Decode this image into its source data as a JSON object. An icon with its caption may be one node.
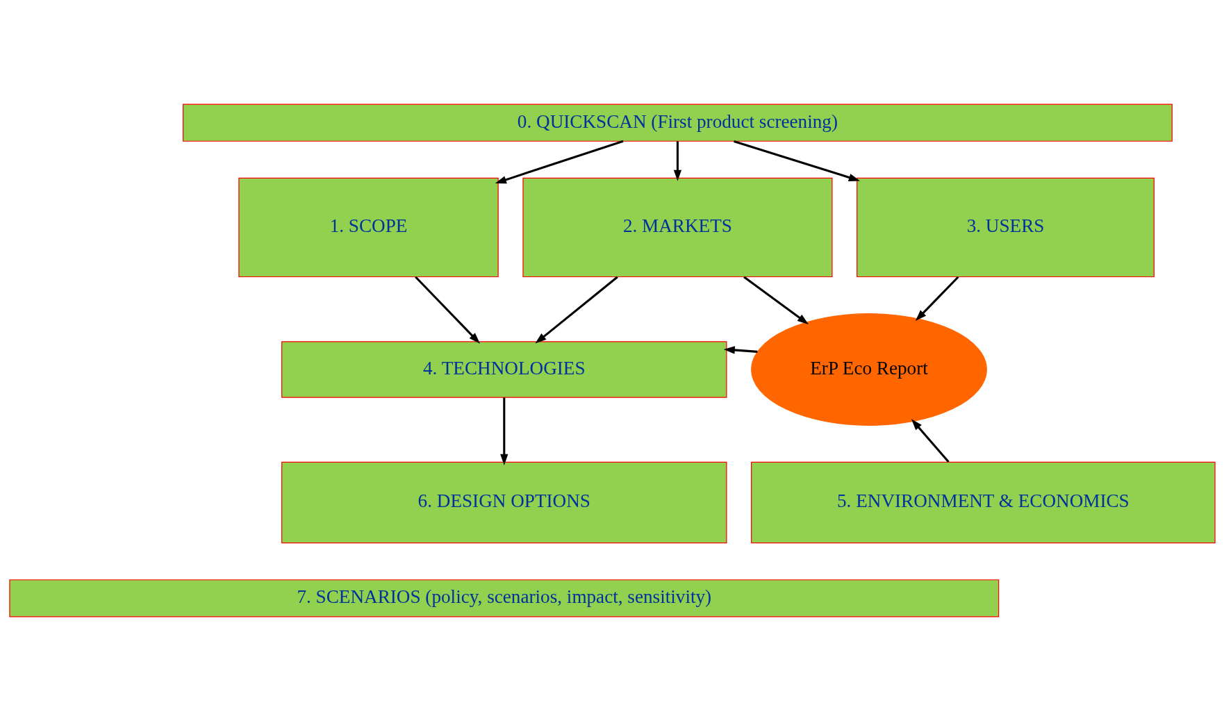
{
  "diagram": {
    "nodes": [
      {
        "text": [
          "0. QUICKSCAN (First product screening)"
        ]
      },
      {
        "text": [
          "1. SCOPE"
        ]
      },
      {
        "text": [
          "2. MARKETS"
        ]
      },
      {
        "text": [
          "3. USERS"
        ]
      },
      {
        "text": [
          "4. TECHNOLOGIES"
        ]
      },
      {
        "text": [
          "ErP Eco Report"
        ]
      },
      {
        "text": [
          "6. DESIGN OPTIONS"
        ]
      },
      {
        "text": [
          "5. ENVIRONMENT & ECONOMICS"
        ]
      },
      {
        "text": [
          "7. SCENARIOS (policy, scenarios, impact, sensitivity)"
        ]
      }
    ],
    "edges": [
      {
        "from": 0,
        "to": 1,
        "arrow": "to"
      },
      {
        "from": 0,
        "to": 2,
        "arrow": "to"
      },
      {
        "from": 0,
        "to": 3,
        "arrow": "to"
      },
      {
        "from": 1,
        "to": 4,
        "arrow": "to"
      },
      {
        "from": 2,
        "to": 4,
        "arrow": "to"
      },
      {
        "from": 2,
        "to": 5,
        "arrow": "to"
      },
      {
        "from": 3,
        "to": 5,
        "arrow": "to"
      },
      {
        "from": 5,
        "to": 4,
        "arrow": "to"
      },
      {
        "from": 4,
        "to": 6,
        "arrow": "to"
      },
      {
        "from": 7,
        "to": 5,
        "arrow": "to"
      }
    ]
  }
}
